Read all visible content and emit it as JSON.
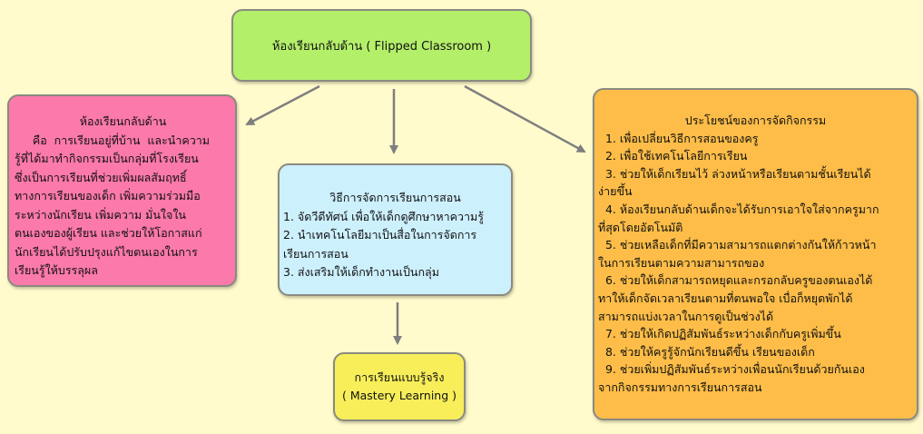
{
  "title": "ห้องเรียนกลับด้าน ( Flipped Classroom )",
  "definition": {
    "heading": "ห้องเรียนกลับด้าน",
    "lines": [
      "     คือ  การเรียนอยู่ที่บ้าน  และนำความ",
      "รู้ที่ได้มาทำกิจกรรมเป็นกลุ่มที่โรงเรียน",
      "ซึ่งเป็นการเรียนที่ช่วยเพิ่มผลสัมฤทธิ์",
      "ทางการเรียนของเด็ก เพิ่มความร่วมมือ",
      "ระหว่างนักเรียน เพิ่มความ มั่นใจใน",
      "ตนเองของผู้เรียน และช่วยให้โอกาสแก่",
      "นักเรียนได้ปรับปรุงแก้ไขตนเองในการ",
      "เรียนรู้ให้บรรลุผล"
    ]
  },
  "methods": {
    "heading": "วิธีการจัดการเรียนการสอน",
    "lines": [
      "1. จัดวีดีทัศน์ เพื่อให้เด็กดูศึกษาหาความรู้",
      "2. นำเทคโนโลยีมาเป็นสื่อในการจัดการ",
      "เรียนการสอน",
      "3. ส่งเสริมให้เด็กทำงานเป็นกลุ่ม"
    ]
  },
  "mastery": {
    "line1": "การเรียนแบบรู้จริง",
    "line2": "( Mastery Learning )"
  },
  "benefits": {
    "heading": "ประโยชน์ของการจัดกิจกรรม",
    "lines": [
      "  1. เพื่อเปลี่ยนวิธีการสอนของครู",
      "  2. เพื่อใช้เทคโนโลยีการเรียน",
      "  3. ช่วยให้เด็กเรียนไว้ ล่วงหน้าหรือเรียนตามชั้นเรียนได้",
      "ง่ายขึ้น",
      "  4. ห้องเรียนกลับด้านเด็กจะได้รับการเอาใจใส่จากครูมาก",
      "ที่สุดโดยอัตโนมัติ",
      "  5. ช่วยเหลือเด็กที่มีความสามารถแตกต่างกันให้ก้าวหน้า",
      "ในการเรียนตามความสามารถของ",
      "  6. ช่วยให้เด็กสามารถหยุดและกรอกลับครูของตนเองได้",
      "ทาให้เด็กจัดเวลาเรียนตามที่ตนพอใจ เบื่อก็หยุดพักได้",
      "สามารถแบ่งเวลาในการดูเป็นช่วงได้",
      "  7. ช่วยให้เกิดปฏิสัมพันธ์ระหว่างเด็กกับครูเพิ่มขึ้น",
      "  8. ช่วยให้ครูรู้จักนักเรียนดีขึ้น เรียนของเด็ก",
      "  9. ช่วยเพิ่มปฏิสัมพันธ์ระหว่างเพื่อนนักเรียนด้วยกันเอง",
      "จากกิจกรรมทางการเรียนการสอน"
    ]
  },
  "colors": {
    "background": "#fffbcc",
    "title_box": "#b4ef6a",
    "definition_box": "#fb79ab",
    "methods_box": "#cdf0fd",
    "mastery_box": "#f7ee5a",
    "benefits_box": "#fdbd48",
    "arrow": "#7f7f7f"
  }
}
